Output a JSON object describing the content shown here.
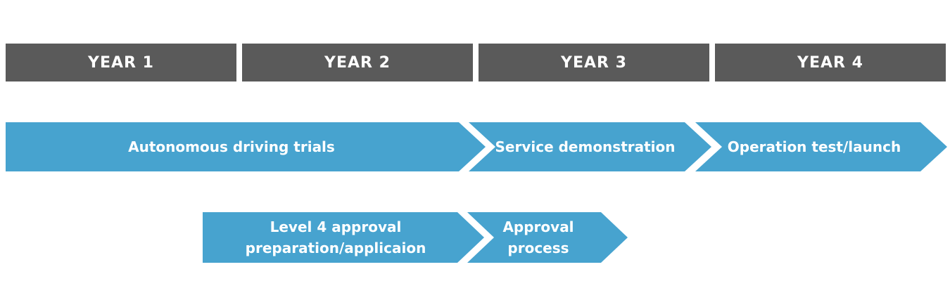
{
  "years": [
    "YEAR 1",
    "YEAR 2",
    "YEAR 3",
    "YEAR 4"
  ],
  "row1": {
    "autonomous": "Autonomous driving trials",
    "service": "Service demonstration",
    "operation": "Operation test/launch"
  },
  "row2": {
    "level4_line1": "Level 4 approval",
    "level4_line2": "preparation/applicaion",
    "approval_line1": "Approval",
    "approval_line2": "process"
  },
  "colors": {
    "year_bar": "#5a5a5a",
    "arrow": "#47a3cf"
  }
}
